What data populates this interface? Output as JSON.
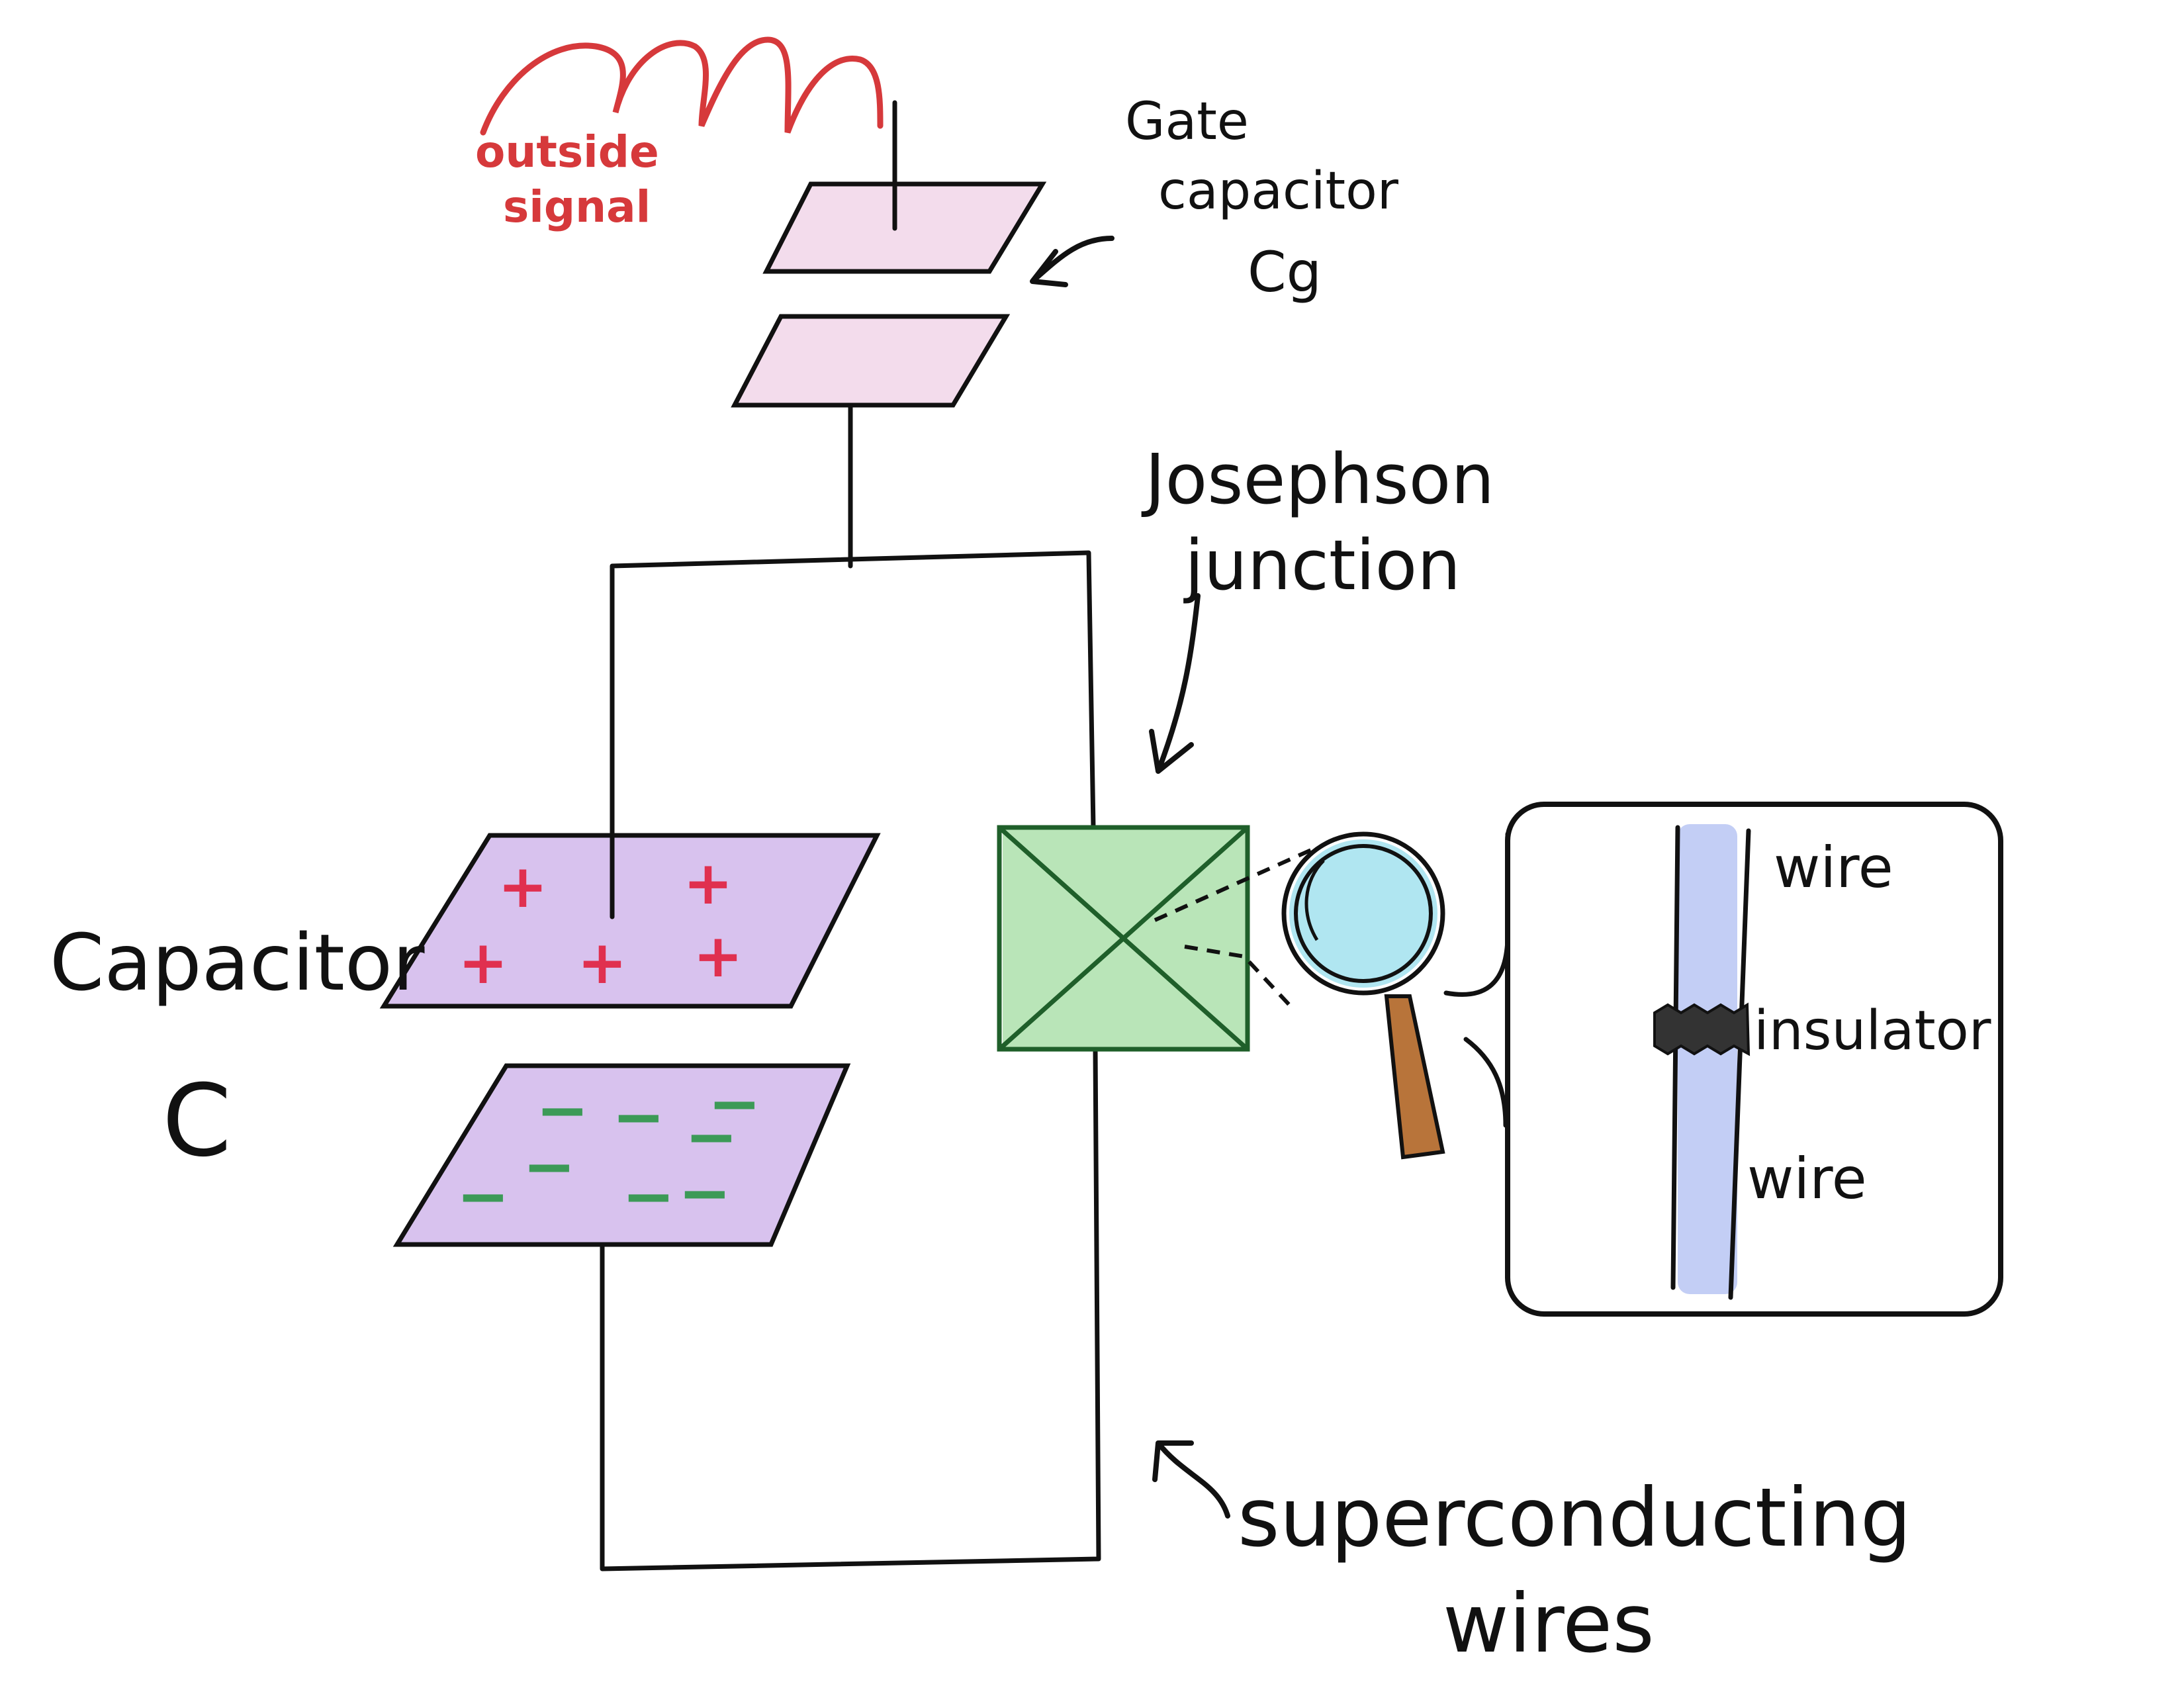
{
  "labels": {
    "outside_signal": [
      "outside",
      "signal"
    ],
    "gate_capacitor": [
      "Gate",
      "capacitor",
      "Cg"
    ],
    "josephson": [
      "Josephson",
      "junction"
    ],
    "capacitor": [
      "Capacitor",
      "C"
    ],
    "wire_top": "wire",
    "insulator": "insulator",
    "wire_bottom": "wire",
    "superconducting": [
      "superconducting",
      "wires"
    ]
  },
  "charges": {
    "plus": "+",
    "minus": "−"
  },
  "colors": {
    "signal": "#d6393b",
    "plate_pink": "#f3dcec",
    "plate_purple": "#d8c2ee",
    "plus_sign": "#e0304f",
    "minus_sign": "#3c9a57",
    "junction_fill": "#a8dea6",
    "junction_stroke": "#1f5f2a",
    "lens": "#a7e3f0",
    "handle": "#b8743a",
    "wire_blue": "#b9c6f3",
    "insulator": "#333333"
  }
}
